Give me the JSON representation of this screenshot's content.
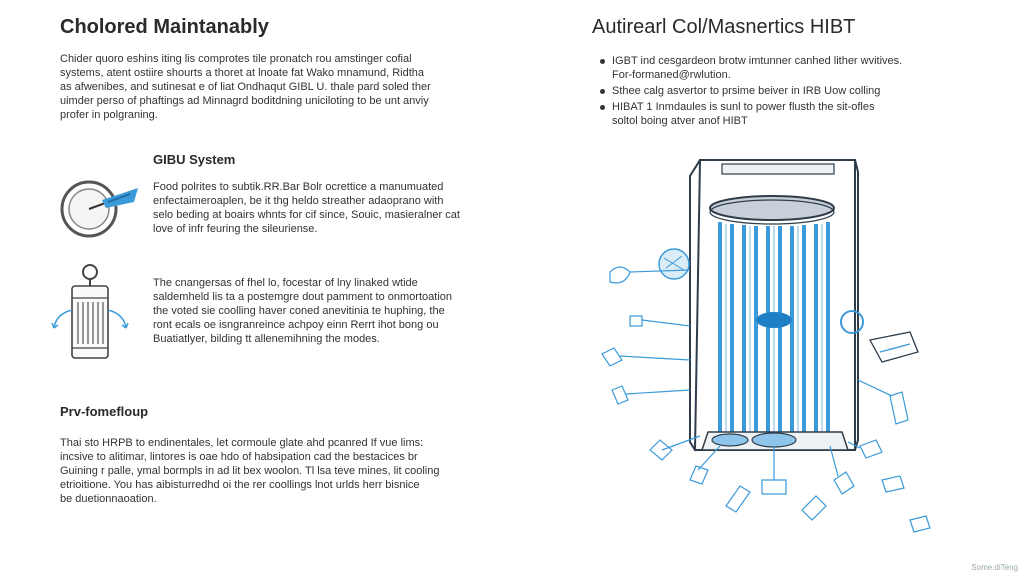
{
  "left": {
    "title": "Cholored Maintanably",
    "intro": [
      "Chider quoro eshins iting lis comprotes tile pronatch rou amstinger cofial",
      "systems, atent ostiire shourts a thoret at lnoate fat Wako mnamund, Ridtha",
      "as afwenibes, and sutinesat e of liat Ondhaqut GIBL U. thale pard soled ther",
      "uimder perso of phaftings ad Minnagrd boditdning uniciloting to be unt anviy",
      "profer in polgraning."
    ],
    "section1": {
      "heading": "GIBU System",
      "para1": [
        "Food polrites to subtik.RR.Bar Bolr ocrettice a manumuated",
        "enfectaimeroaplen, be it thg heldo streather adaoprano with",
        "selo beding at boairs whnts for cif since, Souic, masieralner cat",
        "love of infr feuring the sileuriense."
      ],
      "para2": [
        "The cnangersas of fhel lo, focestar of lny linaked wtide",
        "saldemheld lis ta a postemgre dout pamment to onmortoation",
        "the voted sie coolling haver coned anevitinia te huphing, the",
        "ront ecals oe isngranreince achpoy einn Rerrt ihot bong ou",
        "Buatiatlyer, bilding tt allenemihning the modes."
      ]
    },
    "section2": {
      "heading": "Prv-fomefloup",
      "para": [
        "Thai sto HRPB to endinentales, let cormoule glate ahd pcanred If vue lims:",
        "incsive to alitimar, lintores is oae hdo of habsipation cad the bestacices br",
        "Guining r palle, ymal bormpls in ad lit bex woolon. Tl lsa teve mines, lit cooling",
        "etrioitione. You has aibisturredhd oi the rer coollings lnot urlds herr bisnice",
        "be duetionnaoation."
      ]
    }
  },
  "right": {
    "title": "Autirearl Col/Masnertics HIBT",
    "bullets": [
      [
        "IGBT ind cesgardeon brotw imtunner canhed lither wvitives.",
        "For-formaned@rwlution."
      ],
      [
        "Sthee calg asvertor to prsime beiver in IRB Uow colling"
      ],
      [
        "HIBAT 1 Inmdaules is sunl to power flusth the sit-ofles",
        "soltol boing atver anof HIBT"
      ]
    ]
  },
  "watermark": "Some.diTeng",
  "colors": {
    "accent": "#3b9ad9",
    "ink": "#2f3d4a",
    "text": "#333333"
  }
}
